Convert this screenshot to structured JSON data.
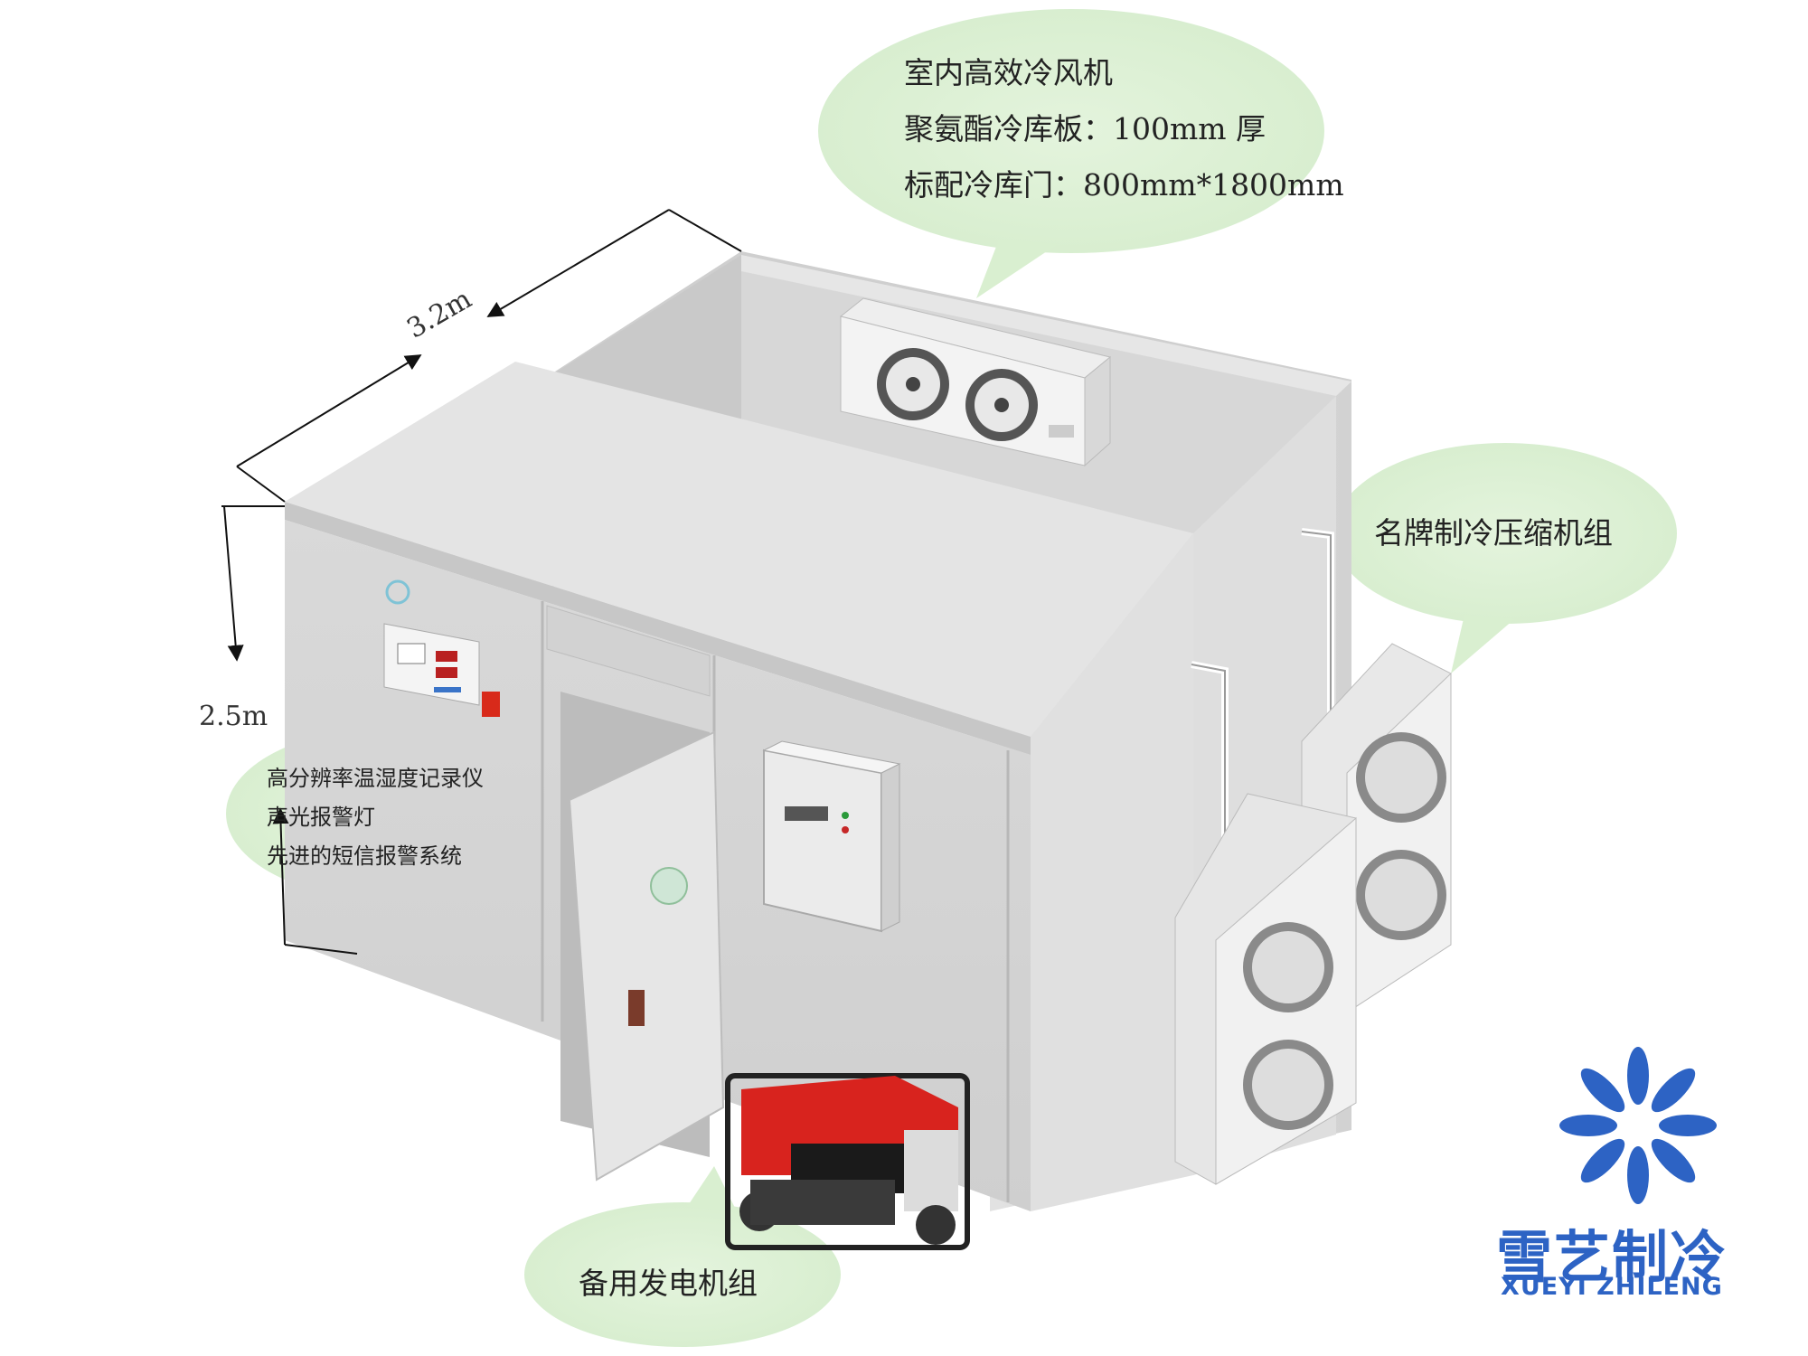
{
  "callouts": {
    "evaporator": {
      "lines": [
        "室内高效冷风机",
        "聚氨酯冷库板：100mm 厚",
        "标配冷库门：800mm*1800mm"
      ]
    },
    "compressor": {
      "text": "名牌制冷压缩机组"
    },
    "recorder": {
      "lines": [
        "高分辨率温湿度记录仪",
        "声光报警灯",
        "先进的短信报警系统"
      ]
    },
    "generator": {
      "text": "备用发电机组"
    }
  },
  "dimensions": {
    "length": "3.2m",
    "height": "2.5m"
  },
  "brand": {
    "name_cn": "雪艺制冷",
    "name_en": "XUEYI ZHILENG",
    "color": "#2d63c4"
  },
  "colors": {
    "bubble": "#dff1d8",
    "panel": "#dcdcdc",
    "panel_top": "#e8e8e8",
    "generator_red": "#d8231e"
  }
}
